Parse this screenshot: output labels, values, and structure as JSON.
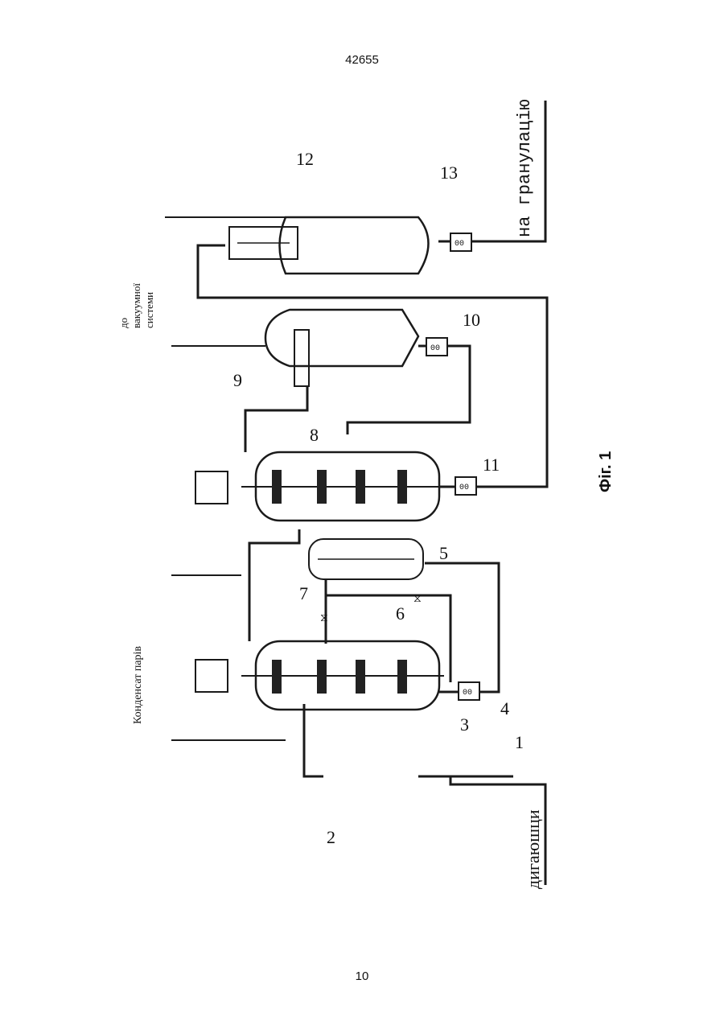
{
  "page": {
    "top_number": "42655",
    "bottom_number": "10"
  },
  "figure": {
    "caption": "Фіг. 1",
    "labels": {
      "condensate_vapor": "Конденсат парів",
      "vacuum_line1": "до",
      "vacuum_line2": "вакуумної",
      "vacuum_line3": "системи",
      "granulation": "на гранулацію",
      "feed": "дигаюшци"
    },
    "numbers": [
      "1",
      "2",
      "3",
      "4",
      "5",
      "6",
      "7",
      "8",
      "9",
      "10",
      "11",
      "12",
      "13"
    ],
    "pump_symbol": "00"
  }
}
